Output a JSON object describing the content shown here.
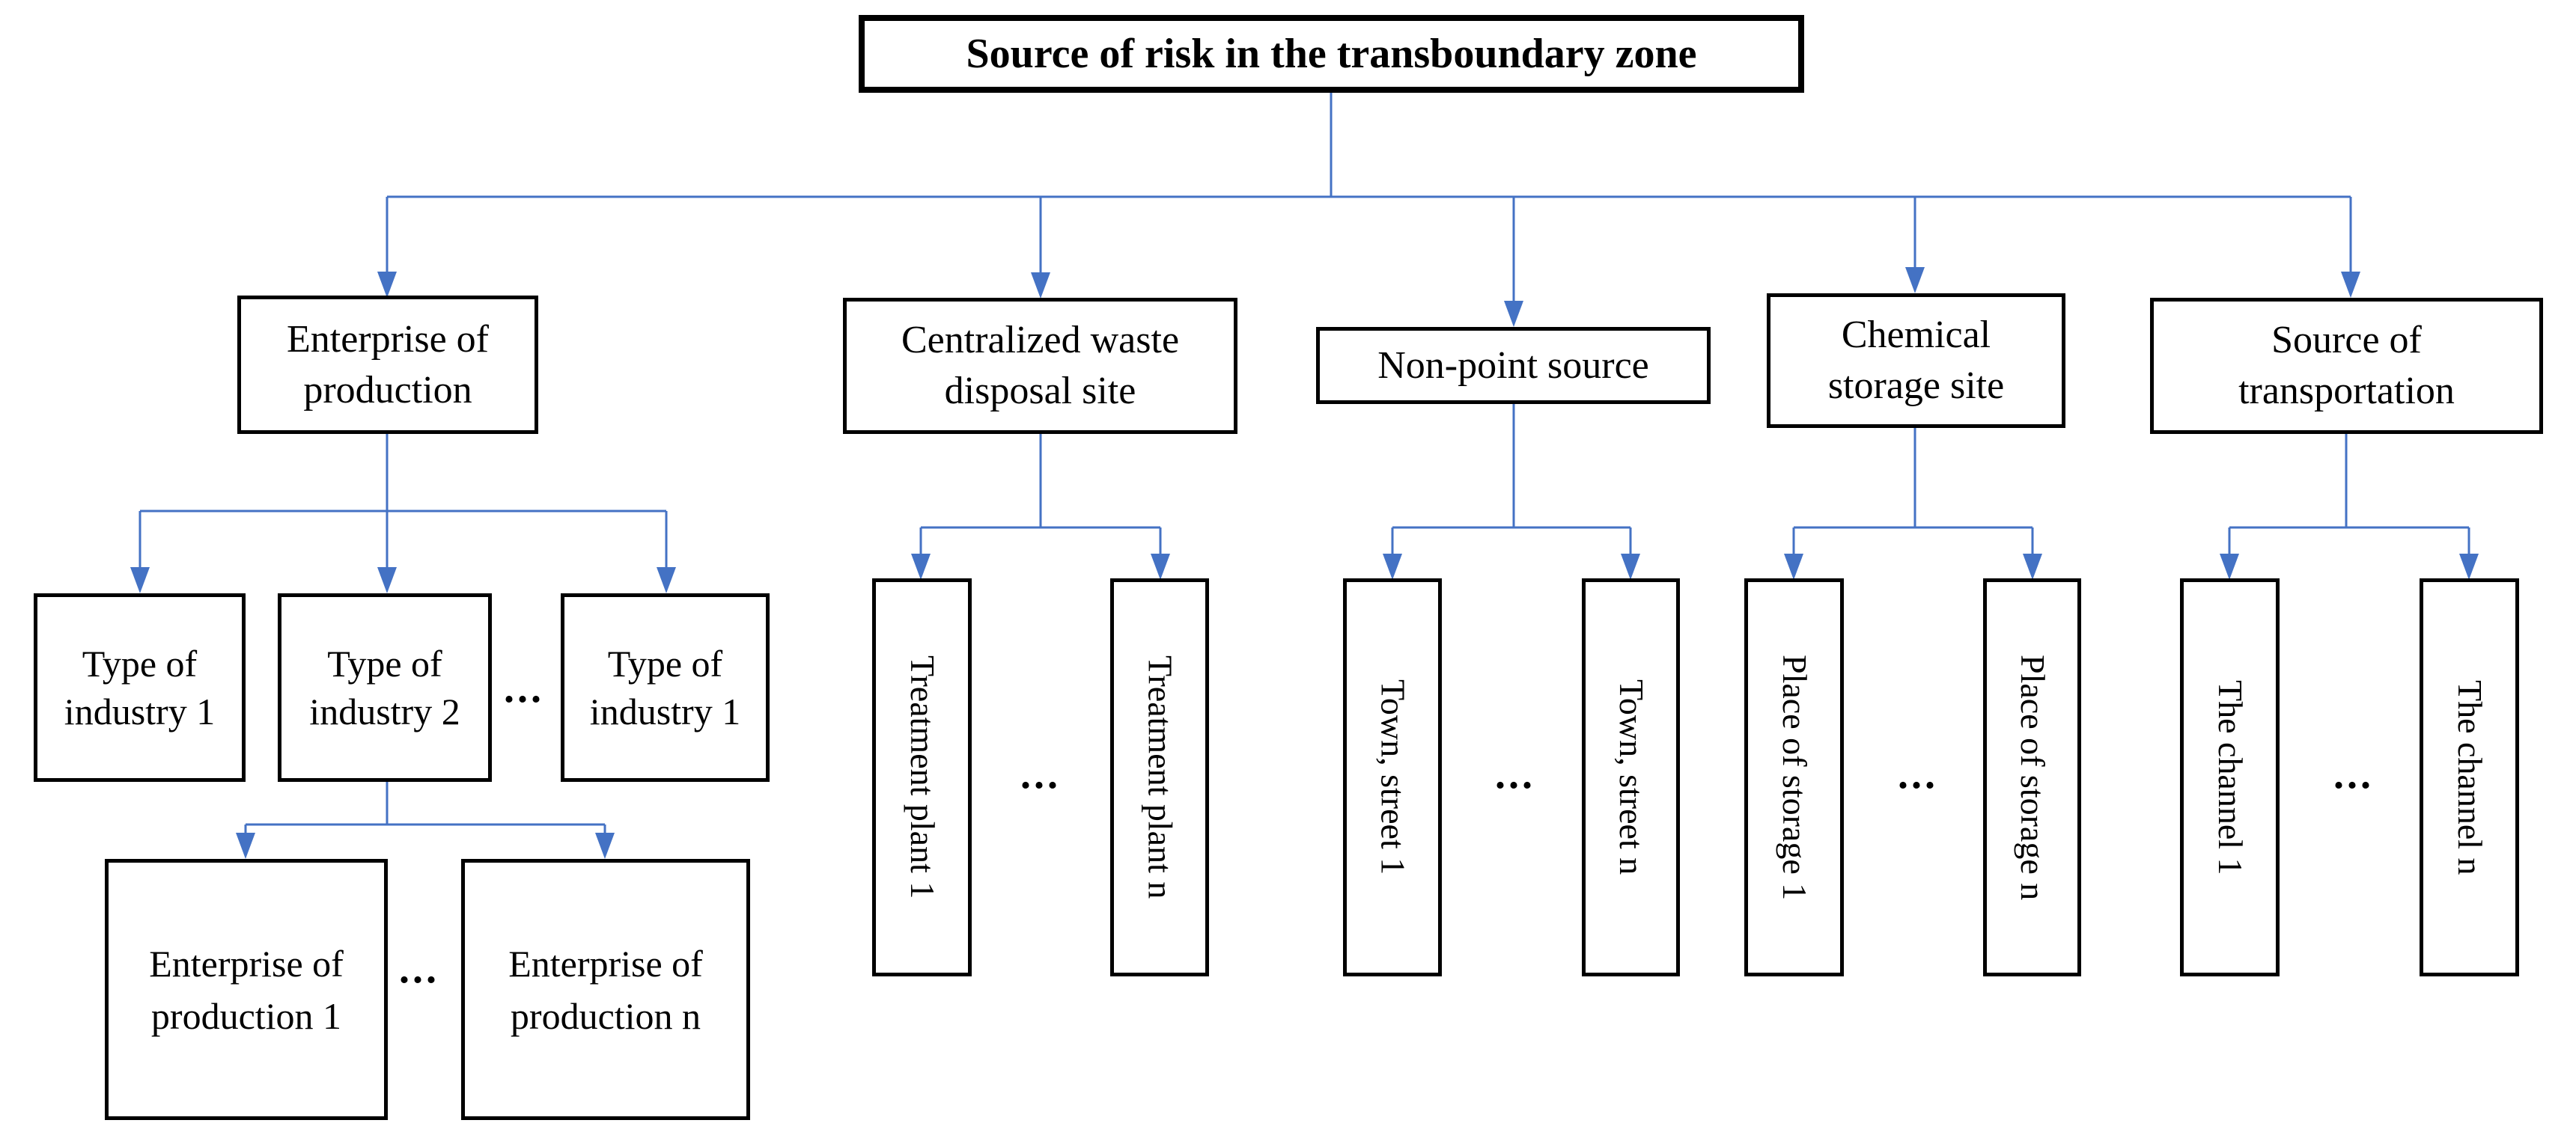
{
  "root": {
    "label": "Source of risk in the transboundary zone"
  },
  "ellipsis": "...",
  "branches": [
    {
      "label": "Enterprise of production",
      "children": [
        {
          "label": "Type of industry 1"
        },
        {
          "label": "Type of industry 2"
        },
        {
          "label": "Type of industry 1"
        }
      ],
      "grandchildren": [
        {
          "label": "Enterprise of production 1"
        },
        {
          "label": "Enterprise of production n"
        }
      ]
    },
    {
      "label": "Centralized waste disposal site",
      "children": [
        {
          "label": "Treatment plant 1"
        },
        {
          "label": "Treatment plant n"
        }
      ]
    },
    {
      "label": "Non-point source",
      "children": [
        {
          "label": "Town, street 1"
        },
        {
          "label": "Town, street n"
        }
      ]
    },
    {
      "label": "Chemical storage site",
      "children": [
        {
          "label": "Place of storage 1"
        },
        {
          "label": "Place of storage n"
        }
      ]
    },
    {
      "label": "Source of transportation",
      "children": [
        {
          "label": "The channel 1"
        },
        {
          "label": "The channel n"
        }
      ]
    }
  ],
  "colors": {
    "connector": "#4472C4",
    "box_border": "#000000",
    "text": "#000000",
    "background": "#FFFFFF"
  }
}
